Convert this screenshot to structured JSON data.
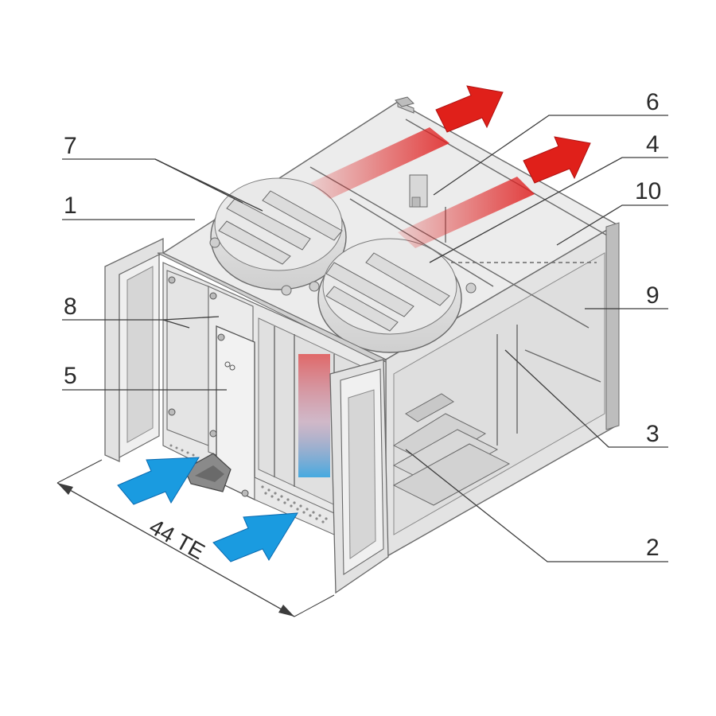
{
  "diagram": {
    "callouts": [
      {
        "id": "1",
        "label": "1"
      },
      {
        "id": "2",
        "label": "2"
      },
      {
        "id": "3",
        "label": "3"
      },
      {
        "id": "4",
        "label": "4"
      },
      {
        "id": "5",
        "label": "5"
      },
      {
        "id": "6",
        "label": "6"
      },
      {
        "id": "7",
        "label": "7"
      },
      {
        "id": "8",
        "label": "8"
      },
      {
        "id": "9",
        "label": "9"
      },
      {
        "id": "10",
        "label": "10"
      }
    ],
    "dimension_label": "44 TE",
    "colors": {
      "hot_air": "#e0201a",
      "cool_air": "#1a9be0",
      "chassis_fill": "#e6e6e6",
      "line": "#6a6a6a"
    }
  }
}
